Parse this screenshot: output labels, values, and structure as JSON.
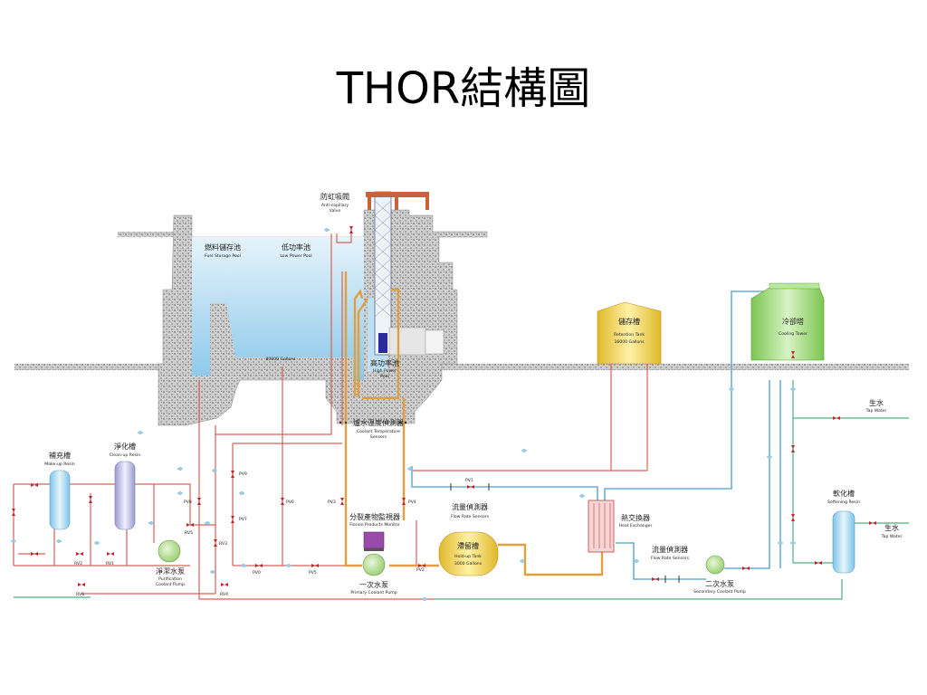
{
  "slide": {
    "title": "THOR結構圖"
  },
  "labels": {
    "anti_cap_zh": "防虹吸閥",
    "anti_cap_en1": "Anti-capillary",
    "anti_cap_en2": "Valve",
    "fuel_pool_zh": "燃料儲存池",
    "fuel_pool_en": "Fuel Storage Pool",
    "low_pool_zh": "低功率池",
    "low_pool_en": "Low Power Pool",
    "gallons_pool": "80000 Gallons",
    "high_pool_zh": "高功率池",
    "high_pool_en1": "High Power",
    "high_pool_en2": "Pool",
    "coolant_temp_zh": "爐水溫度偵測器",
    "coolant_temp_en1": "Coolant Temperature",
    "coolant_temp_en2": "Sensors",
    "retention_zh": "儲存槽",
    "retention_en1": "Retention Tank",
    "retention_en2": "16000 Gallons",
    "cooling_zh": "冷卻塔",
    "cooling_en": "Cooling Tower",
    "tap_water_zh": "生水",
    "tap_water_en": "Tap Water",
    "tap_water2_zh": "生水",
    "tap_water2_en": "Tap Water",
    "makeup_zh": "補充槽",
    "makeup_en": "Make-up Resin",
    "cleanup_zh": "淨化槽",
    "cleanup_en": "Clean-up Resin",
    "fission_zh": "分裂產物監視器",
    "fission_en": "Fission Products Monitor",
    "flow1_zh": "流量偵測器",
    "flow1_en": "Flow Rate Sensors",
    "hx_zh": "熱交換器",
    "hx_en": "Heat Exchanger",
    "softening_zh": "軟化槽",
    "softening_en": "Softening Resin",
    "holdup_zh": "滯留槽",
    "holdup_en1": "Hold-up Tank",
    "holdup_en2": "3000 Gallons",
    "purif_zh": "淨潔水泵",
    "purif_en1": "Purification",
    "purif_en2": "Coolant Pump",
    "primary_zh": "一次水泵",
    "primary_en": "Primary Coolant Pump",
    "flow2_zh": "流量偵測器",
    "flow2_en": "Flow Rate Sensors",
    "secondary_zh": "二次水泵",
    "secondary_en": "Secondary Coolant Pump"
  },
  "valves": {
    "pv9": "PV9",
    "pv8": "PV8",
    "pv7": "PV7",
    "pv6": "PV6",
    "pv3": "PV3",
    "pv4": "PV4",
    "pv1": "PV1",
    "pv0": "PV0",
    "pv5": "PV5",
    "pv2": "PV2",
    "rv5": "RV5",
    "rv3": "RV3",
    "rv2": "RV2",
    "rv1": "RV1",
    "rv6": "RV6",
    "rv4": "RV4"
  },
  "colors": {
    "water": "#cde8f6",
    "primary_pipe": "#e0a040",
    "purif_pipe": "#d9605a",
    "secondary_pipe": "#6aaed6",
    "tap_pipe": "#4caf7a",
    "ground": "#8a8a8a",
    "tank_yellow": "#f2d24a",
    "tower_green": "#8fd26a",
    "resin": "#bfe3f4",
    "valve": "#c0272d"
  }
}
